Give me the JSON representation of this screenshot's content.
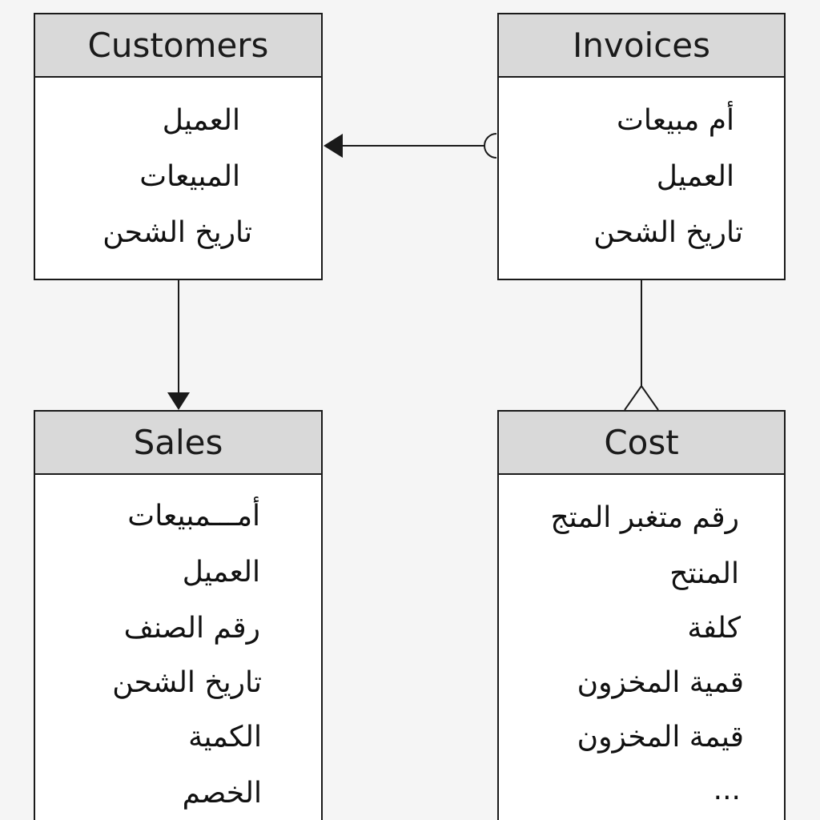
{
  "entities": {
    "customers": {
      "name": "Customers",
      "attributes": [
        "العميل",
        "المبيعات",
        "تاريخ الشحن"
      ]
    },
    "invoices": {
      "name": "Invoices",
      "attributes": [
        "أم مبيعات",
        "العميل",
        "تاريخ الشحن"
      ]
    },
    "sales": {
      "name": "Sales",
      "attributes": [
        "أمـــمبيعات",
        "العميل",
        "رقم الصنف",
        "تاريخ الشحن",
        "الكمية",
        "الخصم"
      ]
    },
    "cost": {
      "name": "Cost",
      "attributes": [
        "رقم متغبر المتج",
        "المنتح",
        "كلفة",
        "قمية المخزون",
        "قيمة المخزون",
        "..."
      ]
    }
  },
  "relationships": [
    {
      "from": "invoices",
      "to": "customers",
      "from_end": "optional",
      "to_end": "arrow"
    },
    {
      "from": "customers",
      "to": "sales",
      "from_end": "none",
      "to_end": "arrow"
    },
    {
      "from": "invoices",
      "to": "cost",
      "from_end": "none",
      "to_end": "crows-foot"
    }
  ],
  "colors": {
    "header_fill": "#d9d9d9",
    "body_fill": "#ffffff",
    "border": "#1a1a1a",
    "background": "#f5f5f5"
  }
}
